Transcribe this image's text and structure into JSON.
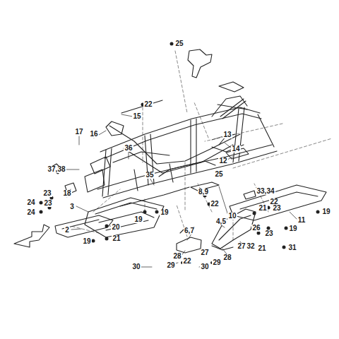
{
  "diagram": {
    "labels": [
      "25",
      "22",
      "15",
      "13",
      "14",
      "12",
      "17",
      "16",
      "36",
      "25",
      "33,34",
      "22",
      "19",
      "11",
      "19",
      "37,38",
      "23",
      "18",
      "35",
      "8,9",
      "22",
      "10",
      "23",
      "31",
      "24",
      "23",
      "24",
      "23",
      "3",
      "19",
      "19",
      "21",
      "4,5",
      "26",
      "6,7",
      "21",
      "2",
      "20",
      "21",
      "19",
      "27",
      "32",
      "28",
      "22",
      "27",
      "28",
      "29",
      "30",
      "30",
      "29"
    ]
  }
}
